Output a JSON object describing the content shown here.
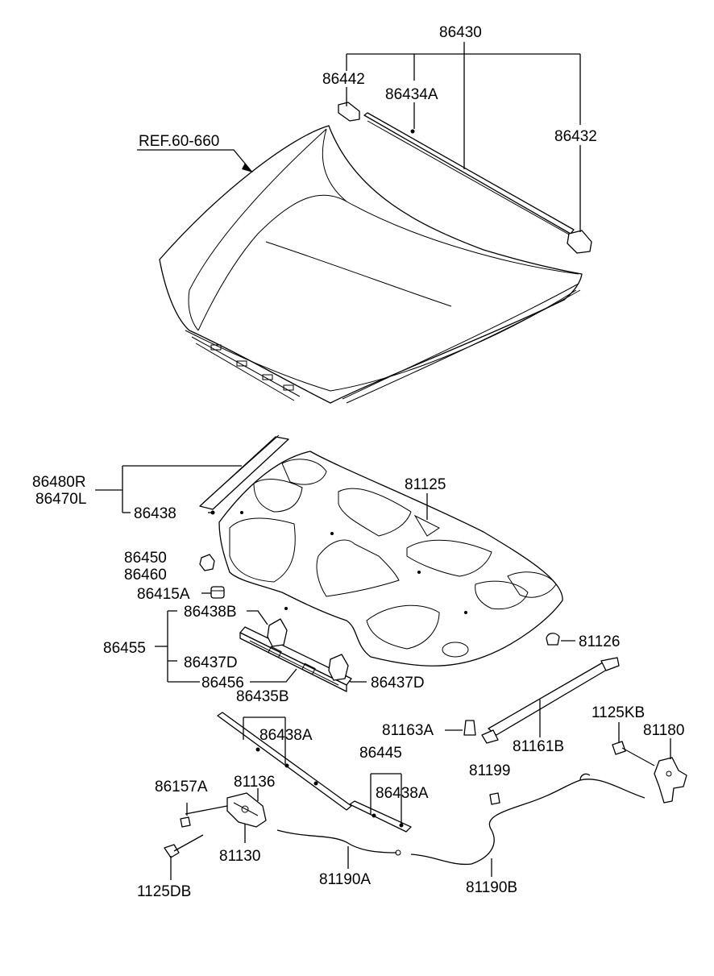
{
  "diagram": {
    "labels": {
      "p86430": "86430",
      "p86442": "86442",
      "p86434A": "86434A",
      "p86432": "86432",
      "ref": "REF.60-660",
      "p86480R": "86480R",
      "p86470L": "86470L",
      "p86438": "86438",
      "p81125": "81125",
      "p86450": "86450",
      "p86460": "86460",
      "p86415A": "86415A",
      "p86438B": "86438B",
      "p86455": "86455",
      "p86437D_a": "86437D",
      "p86456": "86456",
      "p86437D_b": "86437D",
      "p81126": "81126",
      "p86435B": "86435B",
      "p86438A_a": "86438A",
      "p81163A": "81163A",
      "p81161B": "81161B",
      "p1125KB": "1125KB",
      "p81180": "81180",
      "p86445": "86445",
      "p86438A_b": "86438A",
      "p81199": "81199",
      "p86157A": "86157A",
      "p81136": "81136",
      "p81130": "81130",
      "p1125DB": "1125DB",
      "p81190A": "81190A",
      "p81190B": "81190B"
    }
  }
}
